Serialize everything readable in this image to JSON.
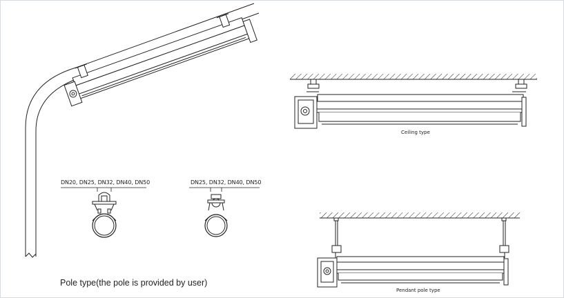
{
  "labels": {
    "clamp_left": "DN20, DN25, DN32, DN40, DN50",
    "clamp_right": "DN25, DN32, DN40, DN50",
    "ceiling": "Ceiling type",
    "pendant": "Pendant pole type",
    "pole": "Pole type(the pole is provided by user)"
  }
}
